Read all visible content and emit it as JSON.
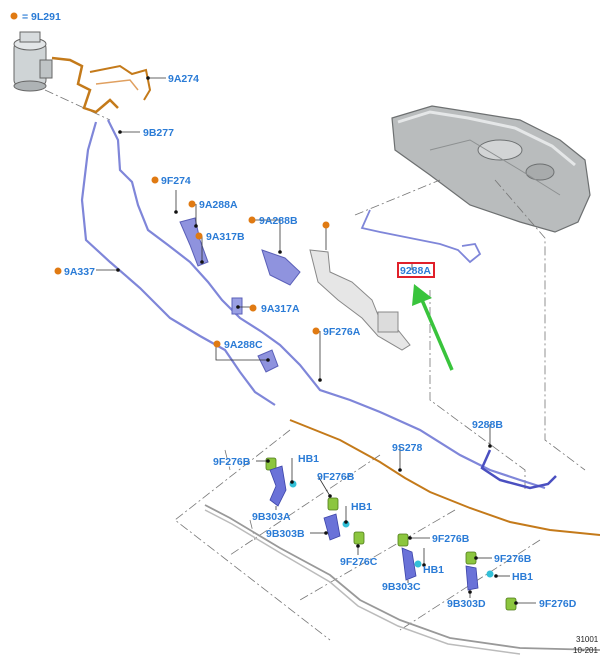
{
  "legend": {
    "symbol_color": "#e07a12",
    "text": "= 9L291"
  },
  "callouts": {
    "c9A274": "9A274",
    "c9B277": "9B277",
    "c9F274": "9F274",
    "c9A288A": "9A288A",
    "c9A317B": "9A317B",
    "c9A288B": "9A288B",
    "c9A337": "9A337",
    "c9A317A": "9A317A",
    "c9F276A": "9F276A",
    "c9A288C": "9A288C",
    "c9288A": "9288A",
    "c9288B": "9288B",
    "c9S278": "9S278",
    "c9F276B_1": "9F276B",
    "cHB1_1": "HB1",
    "c9F276B_2": "9F276B",
    "c9B303A": "9B303A",
    "cHB1_2": "HB1",
    "c9B303B": "9B303B",
    "c9F276C": "9F276C",
    "c9F276B_3": "9F276B",
    "cHB1_3": "HB1",
    "c9B303C": "9B303C",
    "c9F276B_4": "9F276B",
    "cHB1_4": "HB1",
    "c9B303D": "9B303D",
    "c9F276D": "9F276D"
  },
  "footer": {
    "code": "31001",
    "date": "10-201"
  },
  "colors": {
    "label": "#2a7bd6",
    "fuel_line": "#7f86d9",
    "vent_line": "#c47a1a",
    "highlight_box": "#e0202a",
    "arrow": "#39c43c",
    "clip": "#8cc63f"
  }
}
